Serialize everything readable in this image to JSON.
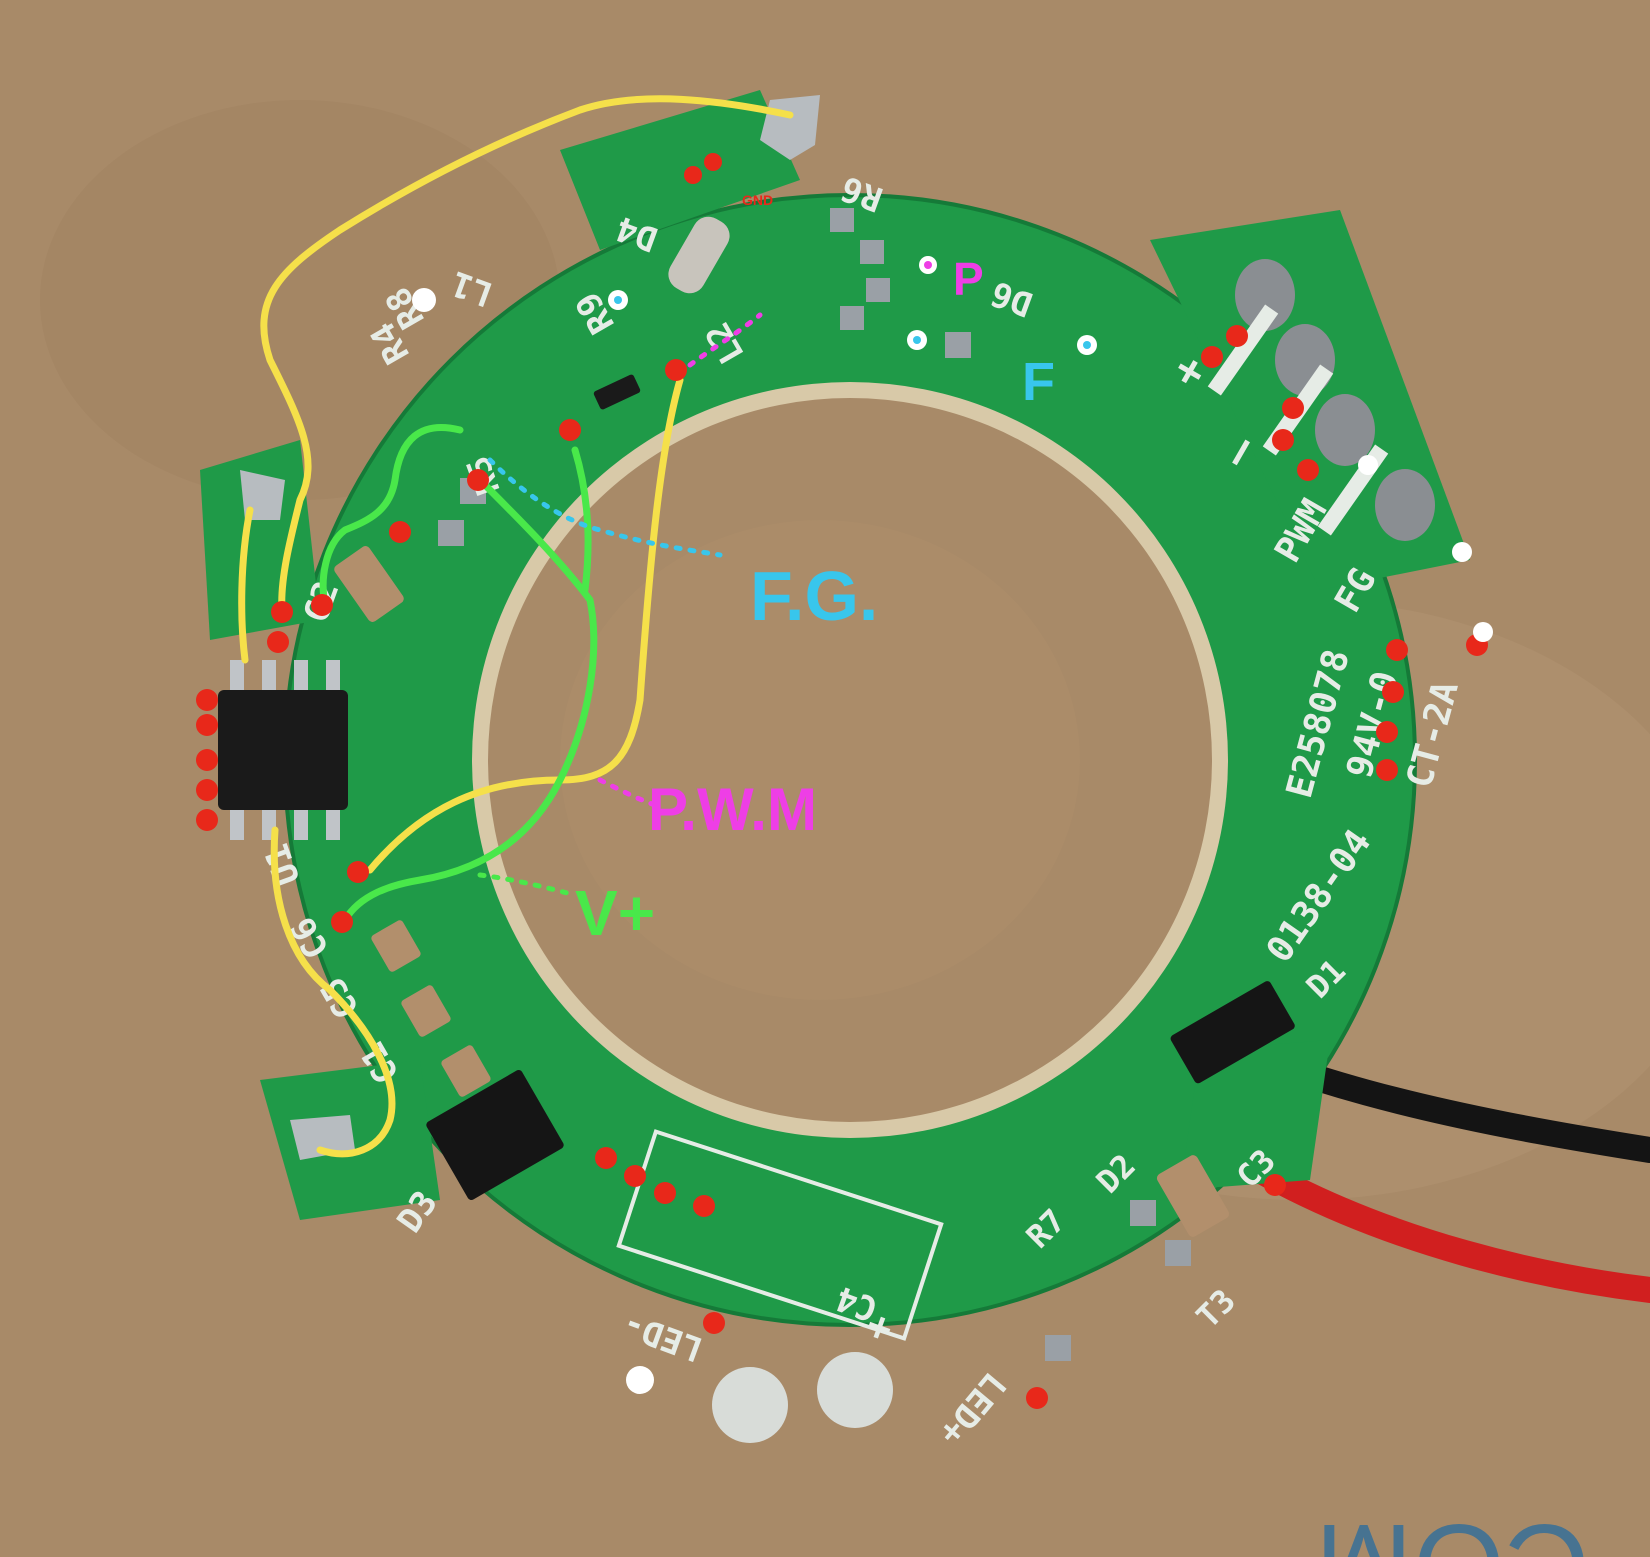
{
  "colors": {
    "cardboard": "#a88a68",
    "pcb_green": "#1f9a48",
    "pcb_edge": "#157a38",
    "inner_ring": "#d8c9a8",
    "silkscreen": "#e6ece6",
    "pad_tin": "#9aa0a6",
    "red_dot": "#e8281a",
    "trace_yellow": "#f5e04a",
    "trace_green": "#49e84a",
    "annot_cyan": "#38c6ec",
    "annot_magenta": "#ee3ee6",
    "annot_green": "#49e84a",
    "wire_red": "#d11f1f",
    "wire_black": "#141414",
    "print_blue": "#2f6e9c"
  },
  "silkscreen_labels": {
    "r6": "R6",
    "d4": "D4",
    "l1": "L1",
    "l2": "L2",
    "r9": "R9",
    "r4": "R4",
    "r8": "R8",
    "r5": "R5",
    "c2": "C2",
    "u1": "U1",
    "c6": "C6",
    "c5": "C5",
    "c1": "C1",
    "d3": "D3",
    "c4": "C4",
    "led_minus": "LED-",
    "led_plus": "LED+",
    "r7": "R7",
    "d2": "D2",
    "c3": "C3",
    "t3": "T3",
    "d1": "D1",
    "d6": "D6",
    "plus": "+",
    "minus": "–",
    "pwm": "PWM",
    "fg": "FG",
    "e258078": "E258078",
    "ul94v0": "94V-0",
    "ct2a": "CT-2A",
    "code0138": "0138-04",
    "plus_cap": "+"
  },
  "annotations": {
    "fg": "F.G.",
    "pwm": "P.W.M",
    "vplus": "V+",
    "p": "P",
    "f": "F",
    "gnd": "GND"
  },
  "background_text": {
    "stamp": "COM"
  }
}
